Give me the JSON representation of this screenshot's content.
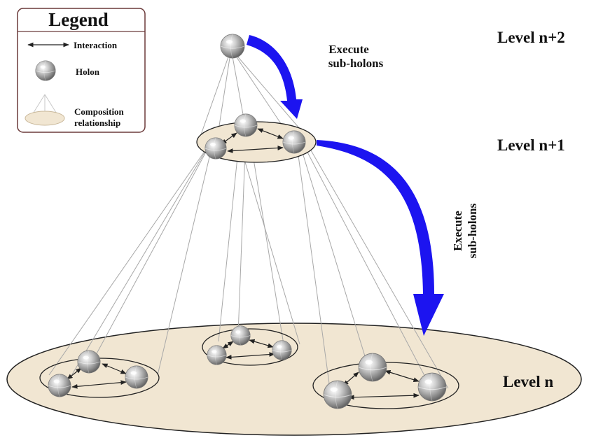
{
  "legend": {
    "title": "Legend",
    "interaction_label": "Interaction",
    "holon_label": "Holon",
    "composition_label_line1": "Composition",
    "composition_label_line2": "relationship"
  },
  "levels": {
    "top": "Level n+2",
    "middle": "Level n+1",
    "bottom": "Level n"
  },
  "arrows": {
    "upper_line1": "Execute",
    "upper_line2": "sub-holons",
    "lower_line1": "Execute",
    "lower_line2": "sub-holons"
  },
  "colors": {
    "plane_fill": "#f1e6d2",
    "outline": "#222222",
    "arrow_blue": "#1c14f0",
    "line_gray": "#a8a8a8",
    "legend_border": "#6b3a3a"
  }
}
